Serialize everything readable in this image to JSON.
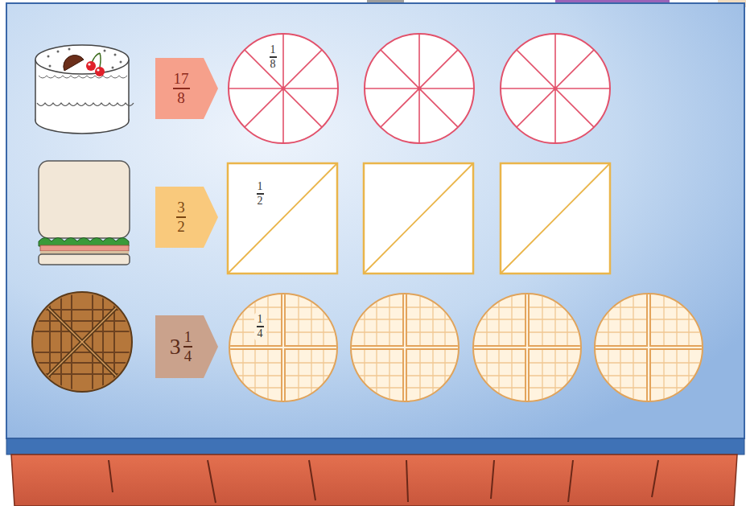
{
  "diagram": {
    "nodes": [
      {
        "text": [
          "17",
          "8"
        ]
      },
      {
        "text": [
          "1",
          "8"
        ]
      },
      {
        "text": [
          "3",
          "2"
        ]
      },
      {
        "text": [
          "1",
          "2"
        ]
      },
      {
        "text": [
          "3",
          "1",
          "4"
        ]
      },
      {
        "text": [
          "1",
          "4"
        ]
      }
    ]
  }
}
